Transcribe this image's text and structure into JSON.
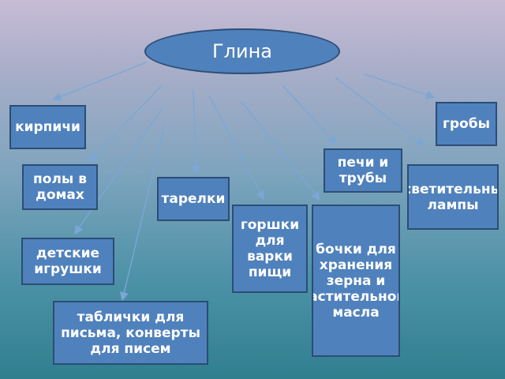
{
  "root": {
    "label": "Глина"
  },
  "items": {
    "bricks": "кирпичи",
    "coffins": "гробы",
    "stoves": "печи и трубы",
    "floors": "полы в домах",
    "lamps": "осветительные лампы",
    "plates": "тарелки",
    "pots": "горшки для варки пищи",
    "barrels": "бочки для хранения зерна и растительного масла",
    "toys": "детские игрушки",
    "tablets": "таблички для письма, конверты для писем"
  }
}
